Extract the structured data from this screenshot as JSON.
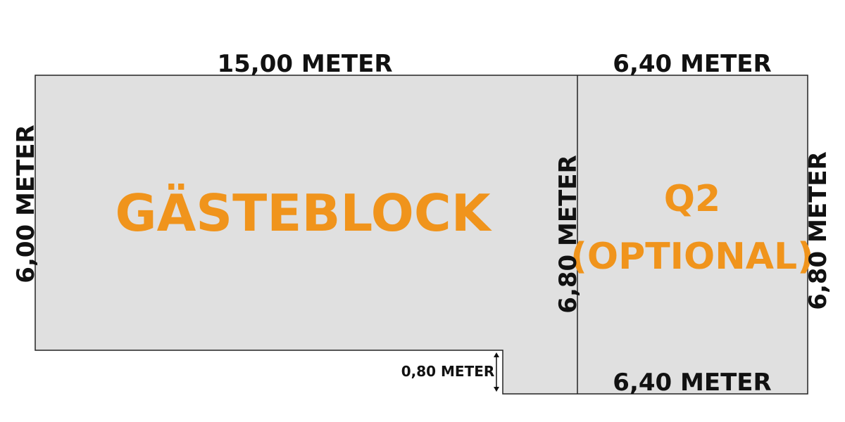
{
  "colors": {
    "area_fill": "#e0e0e0",
    "outline": "#222222",
    "label_orange": "#f0941c",
    "dimension_text": "#111111"
  },
  "areas": {
    "guest_block": "GÄSTEBLOCK",
    "q2_line1": "Q2",
    "q2_line2": "(OPTIONAL)"
  },
  "dimensions": {
    "top_left": "15,00 METER",
    "top_right": "6,40 METER",
    "bottom_right": "6,40 METER",
    "left": "6,00 METER",
    "middle": "6,80 METER",
    "right": "6,80 METER",
    "step": "0,80 METER"
  }
}
